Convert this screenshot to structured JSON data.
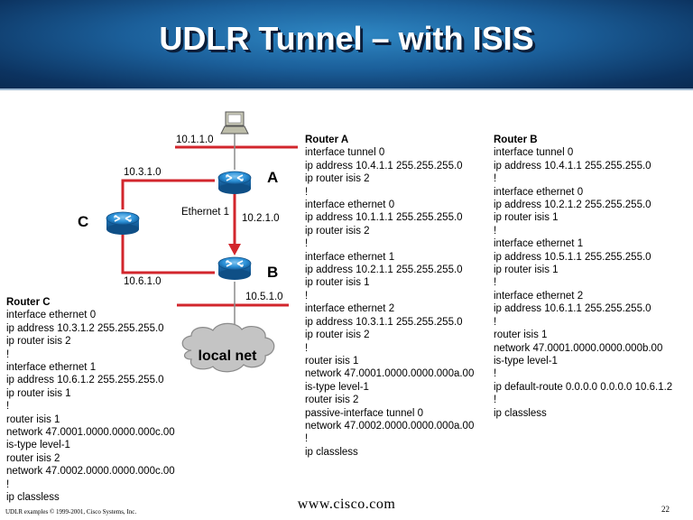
{
  "slide": {
    "title": "UDLR Tunnel – with ISIS",
    "footer_left": "UDLR examples  © 1999-2001, Cisco Systems, Inc.",
    "footer_center": "www.cisco.com",
    "page_number": "22"
  },
  "diagram": {
    "net_top": "10.1.1.0",
    "net_c_a": "10.3.1.0",
    "net_a_b": "10.2.1.0",
    "net_c_b": "10.6.1.0",
    "net_bottom": "10.5.1.0",
    "ethernet_label": "Ethernet 1",
    "router_a": "A",
    "router_b": "B",
    "router_c": "C",
    "cloud_label": "local net",
    "icons": [
      "host-icon",
      "router-icon",
      "cloud-icon"
    ]
  },
  "router_a_config": [
    "Router A",
    "interface tunnel 0",
    "ip address 10.4.1.1 255.255.255.0",
    "ip router isis 2",
    "!",
    "interface ethernet 0",
    "ip address 10.1.1.1 255.255.255.0",
    "ip router isis 2",
    "!",
    "interface ethernet 1",
    "ip address 10.2.1.1 255.255.255.0",
    "ip router isis 1",
    "!",
    "interface ethernet 2",
    "ip address 10.3.1.1 255.255.255.0",
    "ip router isis 2",
    "!",
    "router isis 1",
    "network 47.0001.0000.0000.000a.00",
    "is-type level-1",
    "router isis 2",
    "passive-interface tunnel 0",
    "network 47.0002.0000.0000.000a.00",
    "!",
    "ip classless"
  ],
  "router_b_config": [
    "Router B",
    "interface tunnel 0",
    "ip address 10.4.1.1 255.255.255.0",
    "!",
    "interface ethernet 0",
    "ip address 10.2.1.2 255.255.255.0",
    "ip router isis 1",
    "!",
    "interface ethernet 1",
    "ip address 10.5.1.1 255.255.255.0",
    "ip router isis 1",
    "!",
    "interface ethernet 2",
    "ip address 10.6.1.1 255.255.255.0",
    "!",
    "router isis 1",
    "network 47.0001.0000.0000.000b.00",
    "is-type level-1",
    "!",
    "ip default-route 0.0.0.0 0.0.0.0 10.6.1.2",
    "!",
    "ip classless"
  ],
  "router_c_config": [
    "Router C",
    "interface ethernet 0",
    "ip address 10.3.1.2 255.255.255.0",
    "ip router isis 2",
    "!",
    "interface ethernet 1",
    "ip address 10.6.1.2 255.255.255.0",
    "ip router isis 1",
    "!",
    "router isis 1",
    "network 47.0001.0000.0000.000c.00",
    "is-type level-1",
    "router isis 2",
    "network 47.0002.0000.0000.000c.00",
    "!",
    "ip classless"
  ]
}
